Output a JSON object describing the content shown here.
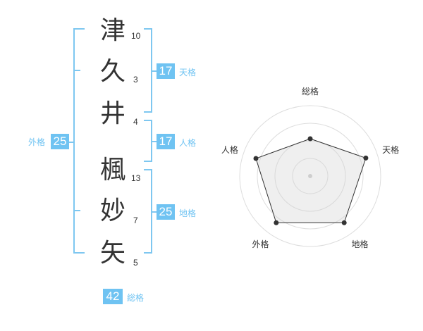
{
  "name_chars": [
    {
      "char": "津",
      "strokes": "10"
    },
    {
      "char": "久",
      "strokes": "3"
    },
    {
      "char": "井",
      "strokes": "4"
    },
    {
      "char": "楓",
      "strokes": "13"
    },
    {
      "char": "妙",
      "strokes": "7"
    },
    {
      "char": "矢",
      "strokes": "5"
    }
  ],
  "kaku": {
    "tenkaku": {
      "value": "17",
      "label": "天格"
    },
    "jinkaku": {
      "value": "17",
      "label": "人格"
    },
    "chikaku": {
      "value": "25",
      "label": "地格"
    },
    "gaikaku": {
      "value": "25",
      "label": "外格"
    },
    "soukaku": {
      "value": "42",
      "label": "総格"
    }
  },
  "colors": {
    "accent": "#6fc3f2",
    "bracket": "#7ec7f0",
    "text": "#333333"
  },
  "chart_data": {
    "type": "radar",
    "axes": [
      "総格",
      "天格",
      "地格",
      "外格",
      "人格"
    ],
    "values": [
      0.53,
      0.83,
      0.82,
      0.82,
      0.81
    ],
    "range": [
      0,
      1
    ],
    "rings": 4
  }
}
